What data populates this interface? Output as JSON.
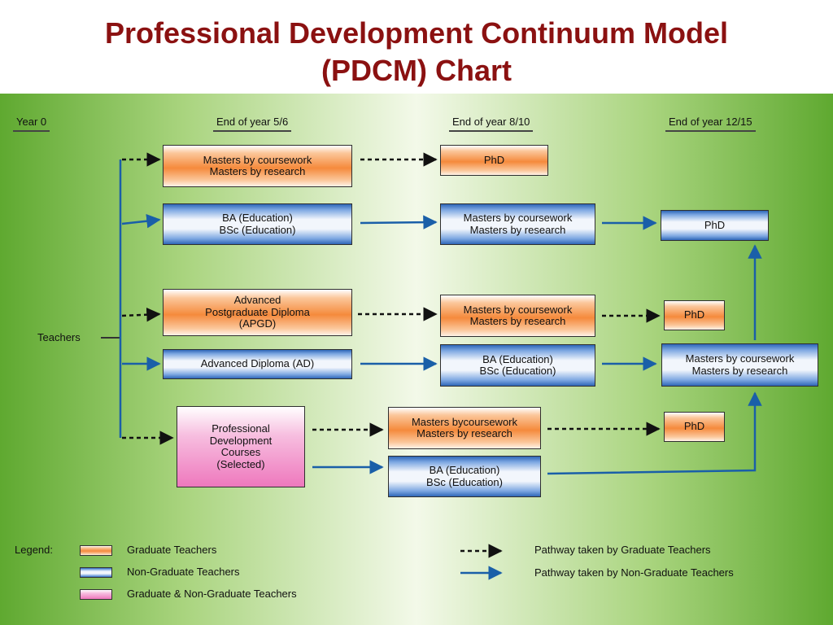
{
  "title": {
    "line1": "Professional Development Continuum Model",
    "line2": "(PDCM) Chart"
  },
  "headers": {
    "year0": "Year 0",
    "year5": "End of year 5/6",
    "year8": "End of year 8/10",
    "year12": "End of year 12/15"
  },
  "teachers_label": "Teachers",
  "boxes": {
    "r1a": "Masters by coursework\nMasters by research",
    "r1b": "PhD",
    "r2a": "BA (Education)\nBSc (Education)",
    "r2b": "Masters by coursework\nMasters by research",
    "r2c": "PhD",
    "r3a": "Advanced\nPostgraduate Diploma\n(APGD)",
    "r3b": "Masters by coursework\nMasters by research",
    "r3c": "PhD",
    "r4a": "Advanced Diploma (AD)",
    "r4b": "BA (Education)\nBSc (Education)",
    "r4c": "Masters by coursework\nMasters by research",
    "r5a": "Professional\nDevelopment\nCourses\n(Selected)",
    "r5b": "Masters bycoursework\nMasters by research",
    "r5c": "PhD",
    "r6b": "BA (Education)\nBSc (Education)"
  },
  "legend": {
    "title": "Legend:",
    "graduate": "Graduate Teachers",
    "non_graduate": "Non-Graduate Teachers",
    "both": "Graduate & Non-Graduate Teachers",
    "dashed_path": "Pathway taken by Graduate Teachers",
    "solid_path": "Pathway taken by Non-Graduate Teachers"
  },
  "colors": {
    "title": "#8b1111",
    "graduate": "#f58a3c",
    "non_graduate": "#2f67b8",
    "both": "#ee78bd",
    "solid_arrow": "#1a5fa8",
    "dashed_arrow": "#111111"
  }
}
